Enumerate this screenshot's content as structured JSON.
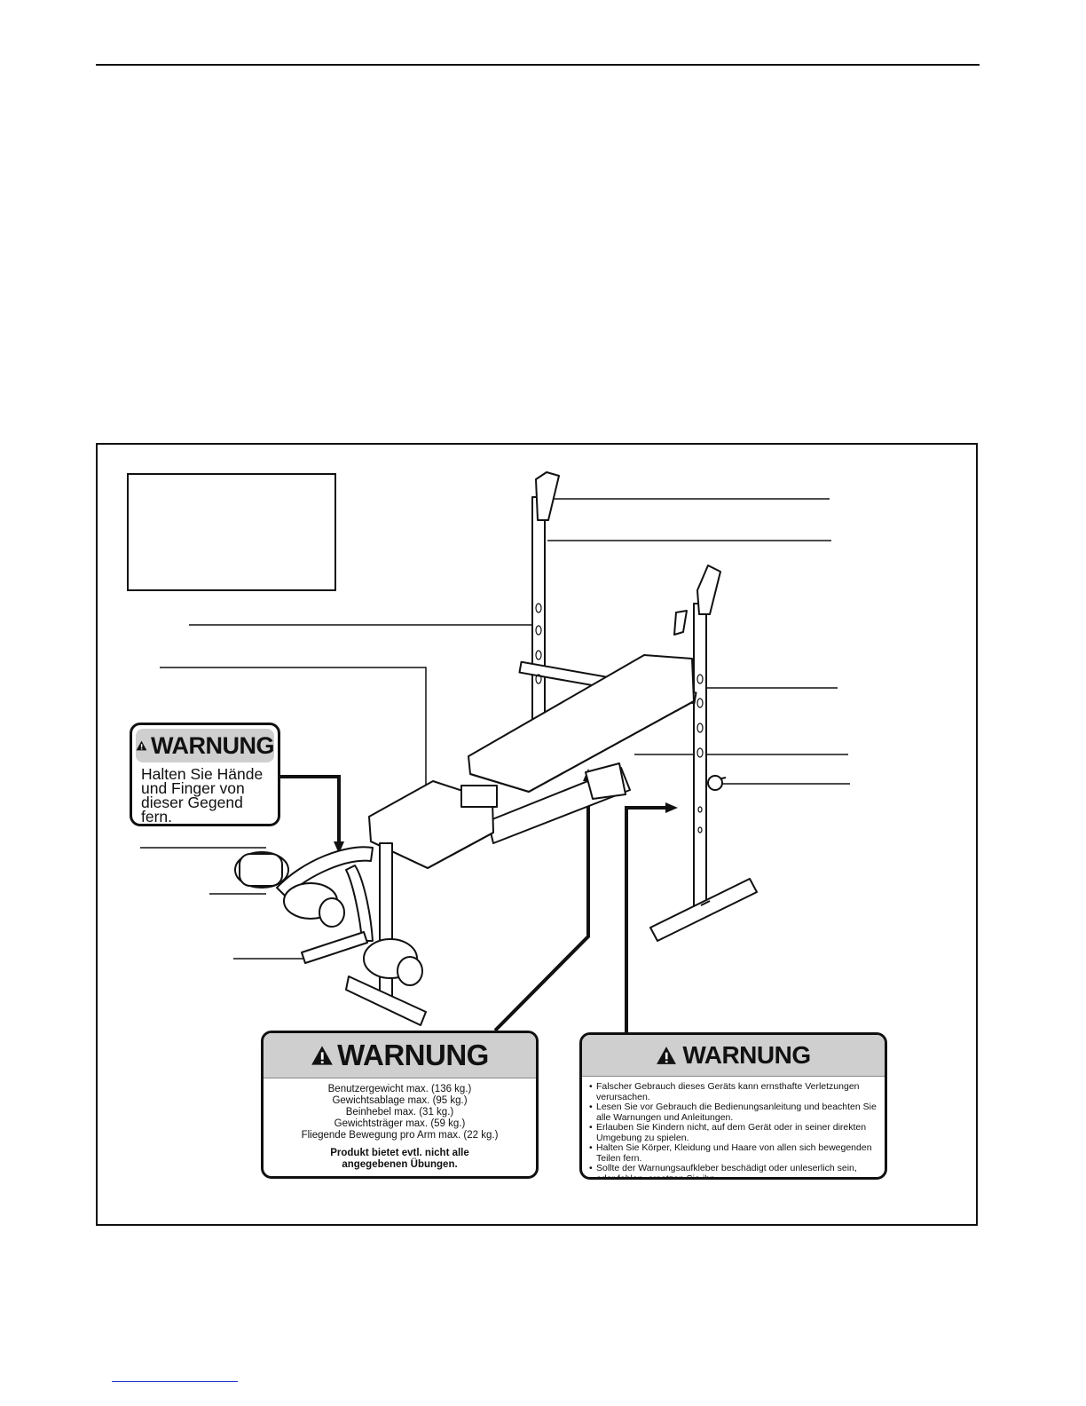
{
  "warnings": {
    "small": {
      "title": "WARNUNG",
      "lines": [
        "Halten Sie Hände",
        "und Finger von",
        "dieser Gegend",
        "fern."
      ]
    },
    "limits": {
      "title": "WARNUNG",
      "lines": [
        "Benutzergewicht max. (136 kg.)",
        "Gewichtsablage max. (95 kg.)",
        "Beinhebel max. (31 kg.)",
        "Gewichtsträger max. (59 kg.)",
        "Fliegende Bewegung pro Arm max. (22 kg.)"
      ],
      "note_lines": [
        "Produkt bietet evtl. nicht alle",
        "angegebenen Übungen."
      ]
    },
    "general": {
      "title": "WARNUNG",
      "items": [
        "Falscher Gebrauch dieses Geräts kann ernsthafte Verletzungen verursachen.",
        "Lesen Sie vor Gebrauch die Bedienungsanleitung und beachten Sie alle Warnungen und Anleitungen.",
        "Erlauben Sie Kindern nicht, auf dem Gerät oder in seiner direkten Umgebung zu spielen.",
        "Halten Sie Körper, Kleidung und Haare von allen sich bewegenden Teilen fern.",
        "Sollte der Warnungsaufkleber beschädigt oder unleserlich sein, oder fehlen, ersetzen Sie ihn."
      ]
    }
  }
}
